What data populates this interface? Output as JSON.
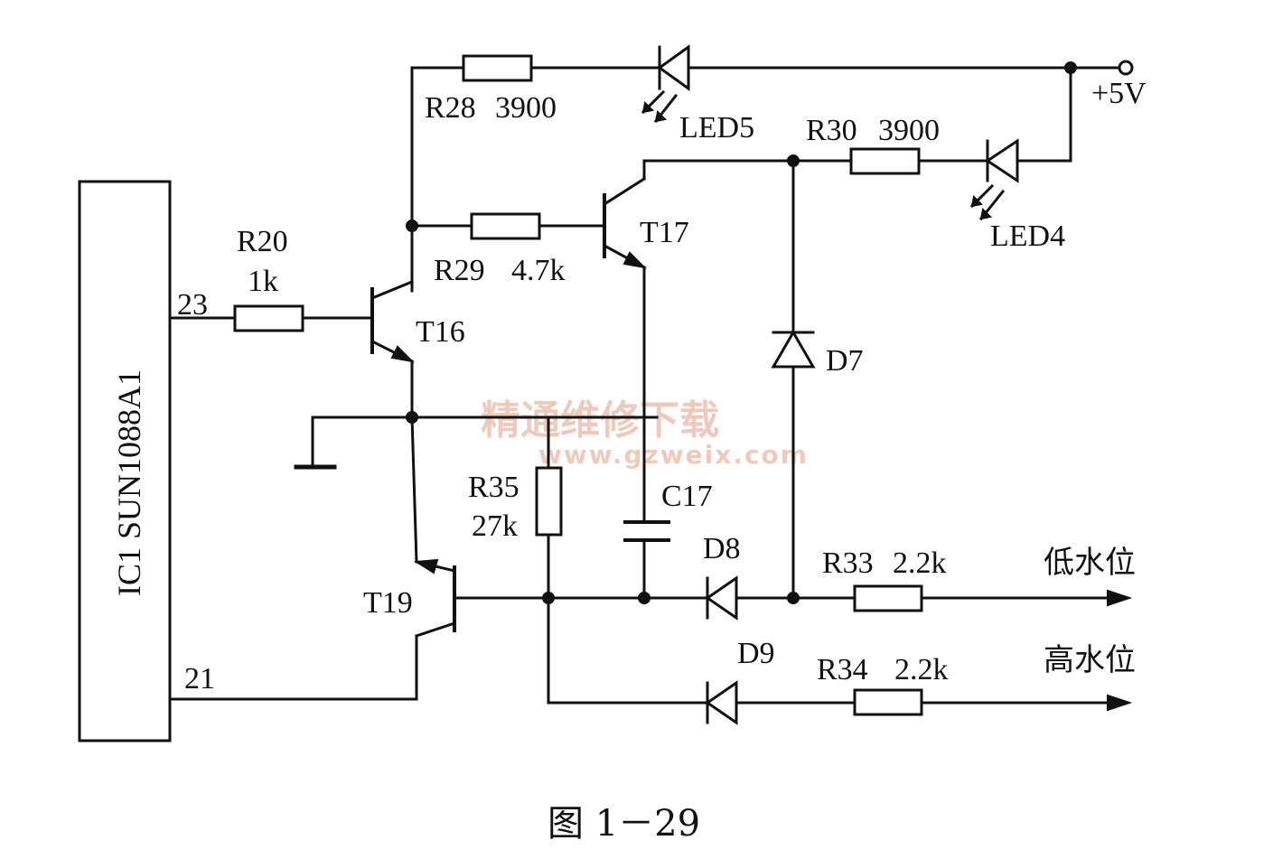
{
  "ic": {
    "label": "IC1 SUN1088A1",
    "pin_top": "23",
    "pin_bottom": "21"
  },
  "supply": {
    "label": "+5V"
  },
  "resistors": {
    "r20": {
      "name": "R20",
      "value": "1k"
    },
    "r28": {
      "name": "R28",
      "value": "3900"
    },
    "r29": {
      "name": "R29",
      "value": "4.7k"
    },
    "r30": {
      "name": "R30",
      "value": "3900"
    },
    "r33": {
      "name": "R33",
      "value": "2.2k"
    },
    "r34": {
      "name": "R34",
      "value": "2.2k"
    },
    "r35": {
      "name": "R35",
      "value": "27k"
    }
  },
  "transistors": {
    "t16": "T16",
    "t17": "T17",
    "t19": "T19"
  },
  "leds": {
    "led4": "LED4",
    "led5": "LED5"
  },
  "diodes": {
    "d7": "D7",
    "d8": "D8",
    "d9": "D9"
  },
  "capacitors": {
    "c17": "C17"
  },
  "outputs": {
    "low": "低水位",
    "high": "高水位"
  },
  "watermark": {
    "cn": "精通维修下载",
    "url": "www.gzweix.com"
  },
  "figure": {
    "caption": "图 1－29"
  }
}
